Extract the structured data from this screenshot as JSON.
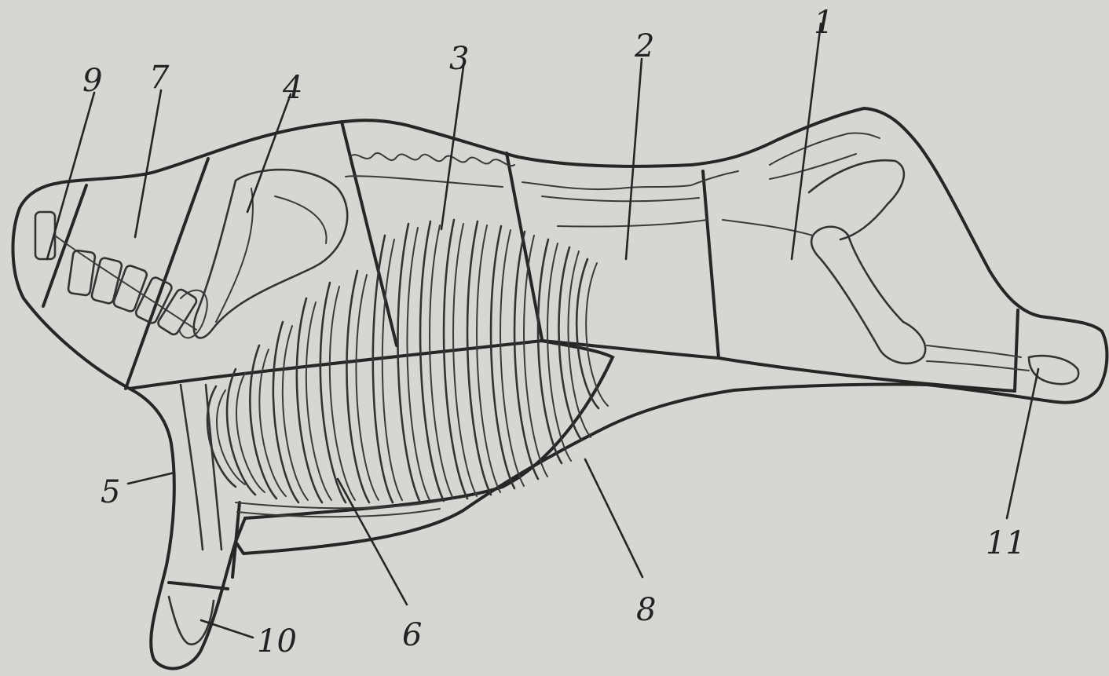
{
  "labels": {
    "l1": "1",
    "l2": "2",
    "l3": "3",
    "l4": "4",
    "l5": "5",
    "l6": "6",
    "l7": "7",
    "l8": "8",
    "l9": "9",
    "l10": "10",
    "l11": "11"
  },
  "colors": {
    "background": "#d6d6d3",
    "ink": "#262626"
  }
}
